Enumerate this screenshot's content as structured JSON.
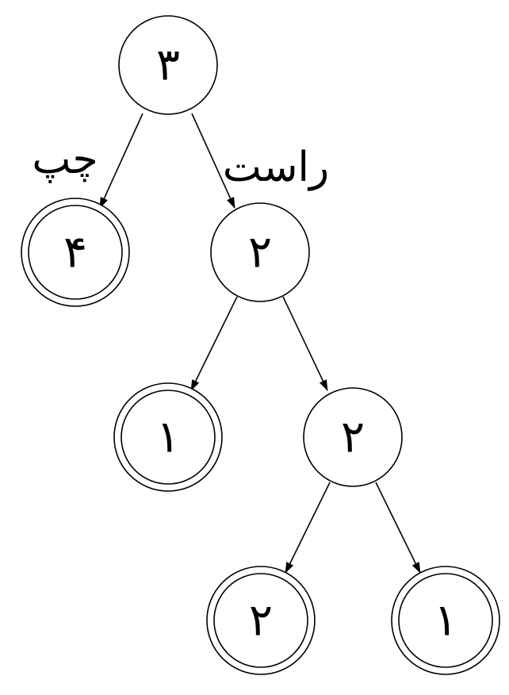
{
  "tree": {
    "nodes": [
      {
        "id": "root",
        "label": "۳",
        "leaf": false
      },
      {
        "id": "left",
        "label": "۴",
        "leaf": true
      },
      {
        "id": "right",
        "label": "۲",
        "leaf": false
      },
      {
        "id": "right-left",
        "label": "۱",
        "leaf": true
      },
      {
        "id": "right-right",
        "label": "۲",
        "leaf": false
      },
      {
        "id": "rr-left",
        "label": "۲",
        "leaf": true
      },
      {
        "id": "rr-right",
        "label": "۱",
        "leaf": true
      }
    ],
    "edge_labels": {
      "left": "چپ",
      "right": "راست"
    }
  }
}
